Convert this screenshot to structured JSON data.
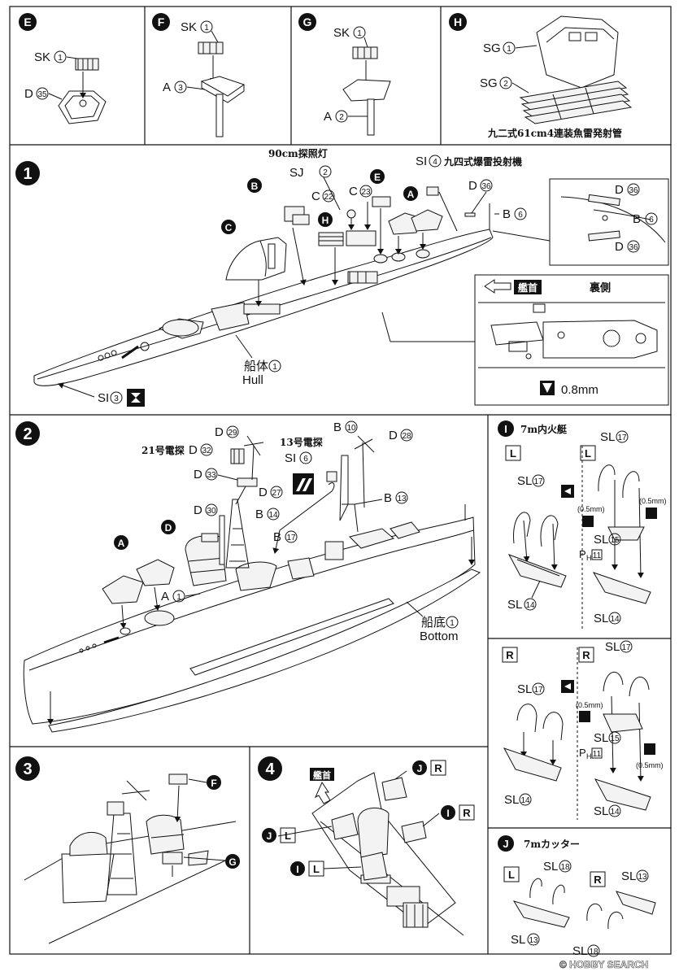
{
  "panels": {
    "e": {
      "letter": "E",
      "sk": "SK",
      "sk_num": "1",
      "d": "D",
      "d_num": "35"
    },
    "f": {
      "letter": "F",
      "sk": "SK",
      "sk_num": "1",
      "a": "A",
      "a_num": "3"
    },
    "g": {
      "letter": "G",
      "sk": "SK",
      "sk_num": "1",
      "a": "A",
      "a_num": "2"
    },
    "h": {
      "letter": "H",
      "sg1": "SG",
      "sg1_num": "1",
      "sg2": "SG",
      "sg2_num": "2",
      "caption": "九二式61cm4連装魚雷発射管"
    }
  },
  "step1": {
    "number": "1",
    "searchlight": "90cm探照灯",
    "sj": "SJ",
    "sj_num": "2",
    "depth_charge": "九四式爆雷投射機",
    "si4": "SI",
    "si4_num": "4",
    "c22": "C",
    "c22_num": "22",
    "c23": "C",
    "c23_num": "23",
    "d36": "D",
    "d36_num": "36",
    "b6": "B",
    "b6_num": "6",
    "hull_jp": "船体",
    "hull_num": "1",
    "hull_en": "Hull",
    "si3": "SI",
    "si3_num": "3",
    "callouts": [
      "B",
      "C",
      "H",
      "E",
      "A"
    ],
    "detail": {
      "d_top": "D",
      "d_top_num": "36",
      "b": "B",
      "b_num": "6",
      "d_bot": "D",
      "d_bot_num": "36"
    },
    "underside": {
      "bow_label": "艦首",
      "title": "裏側",
      "drill": "0.8mm"
    }
  },
  "step2": {
    "number": "2",
    "radar21": "21号電探",
    "radar13": "13号電探",
    "d29": "D",
    "d29_num": "29",
    "d32": "D",
    "d32_num": "32",
    "d33": "D",
    "d33_num": "33",
    "d30": "D",
    "d30_num": "30",
    "d27": "D",
    "d27_num": "27",
    "b14": "B",
    "b14_num": "14",
    "b10": "B",
    "b10_num": "10",
    "d28": "D",
    "d28_num": "28",
    "si6": "SI",
    "si6_num": "6",
    "b13": "B",
    "b13_num": "13",
    "b17": "B",
    "b17_num": "17",
    "a1": "A",
    "a1_num": "1",
    "bottom_jp": "船底",
    "bottom_num": "1",
    "bottom_en": "Bottom",
    "callouts": [
      "A",
      "D"
    ]
  },
  "boat_i": {
    "letter": "I",
    "title": "7m内火艇",
    "left_tag": "L",
    "right_tag": "R",
    "sl17": "SL",
    "sl17_num": "17",
    "sl14": "SL",
    "sl14_num": "14",
    "sl15": "SL",
    "sl15_num": "15",
    "gap": "(0.5mm)",
    "ph": "P",
    "ph_sub": "H",
    "ph_num": "11"
  },
  "boat_j": {
    "letter": "J",
    "title": "7mカッター",
    "left_tag": "L",
    "right_tag": "R",
    "sl18": "SL",
    "sl18_num": "18",
    "sl13": "SL",
    "sl13_num": "13"
  },
  "step3": {
    "number": "3",
    "f": "F",
    "g": "G"
  },
  "step4": {
    "number": "4",
    "bow": "艦首",
    "labels": [
      "J",
      "R",
      "I",
      "R",
      "J",
      "L",
      "I",
      "L"
    ]
  },
  "watermark": "© HOBBY SEARCH"
}
